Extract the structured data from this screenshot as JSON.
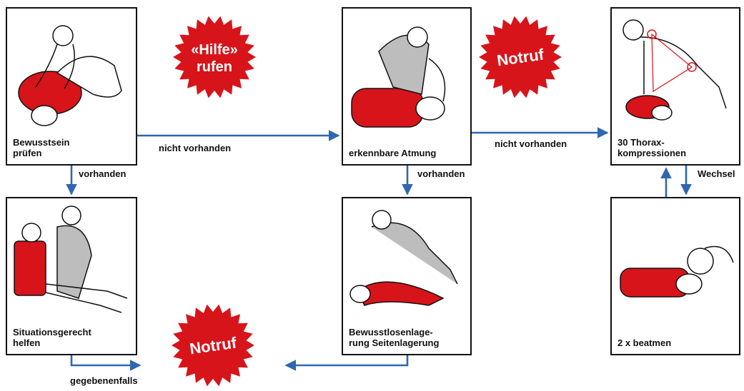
{
  "steps": {
    "consciousness": {
      "caption": "Bewusstsein\nprüfen"
    },
    "breathing": {
      "caption": "erkennbare Atmung"
    },
    "compressions": {
      "caption": "30 Thorax-\nkompressionen"
    },
    "help": {
      "caption": "Situationsgerecht\nhelfen"
    },
    "recovery": {
      "caption": "Bewusstlosenlage-\nrung Seitenlagerung"
    },
    "ventilate": {
      "caption": "2 x beatmen"
    }
  },
  "edges": {
    "not_present_1": "nicht vorhanden",
    "not_present_2": "nicht vorhanden",
    "present_1": "vorhanden",
    "present_2": "vorhanden",
    "if_needed": "gegebenenfalls",
    "alternate": "Wechsel"
  },
  "bursts": {
    "call_help": {
      "line1": "«Hilfe»",
      "line2": "rufen"
    },
    "emergency_top": {
      "text": "Notruf"
    },
    "emergency_bottom": {
      "text": "Notruf"
    }
  },
  "colors": {
    "accent_red": "#d7141a",
    "arrow_blue": "#2f67b1",
    "person_grey": "#bdbdbd"
  }
}
